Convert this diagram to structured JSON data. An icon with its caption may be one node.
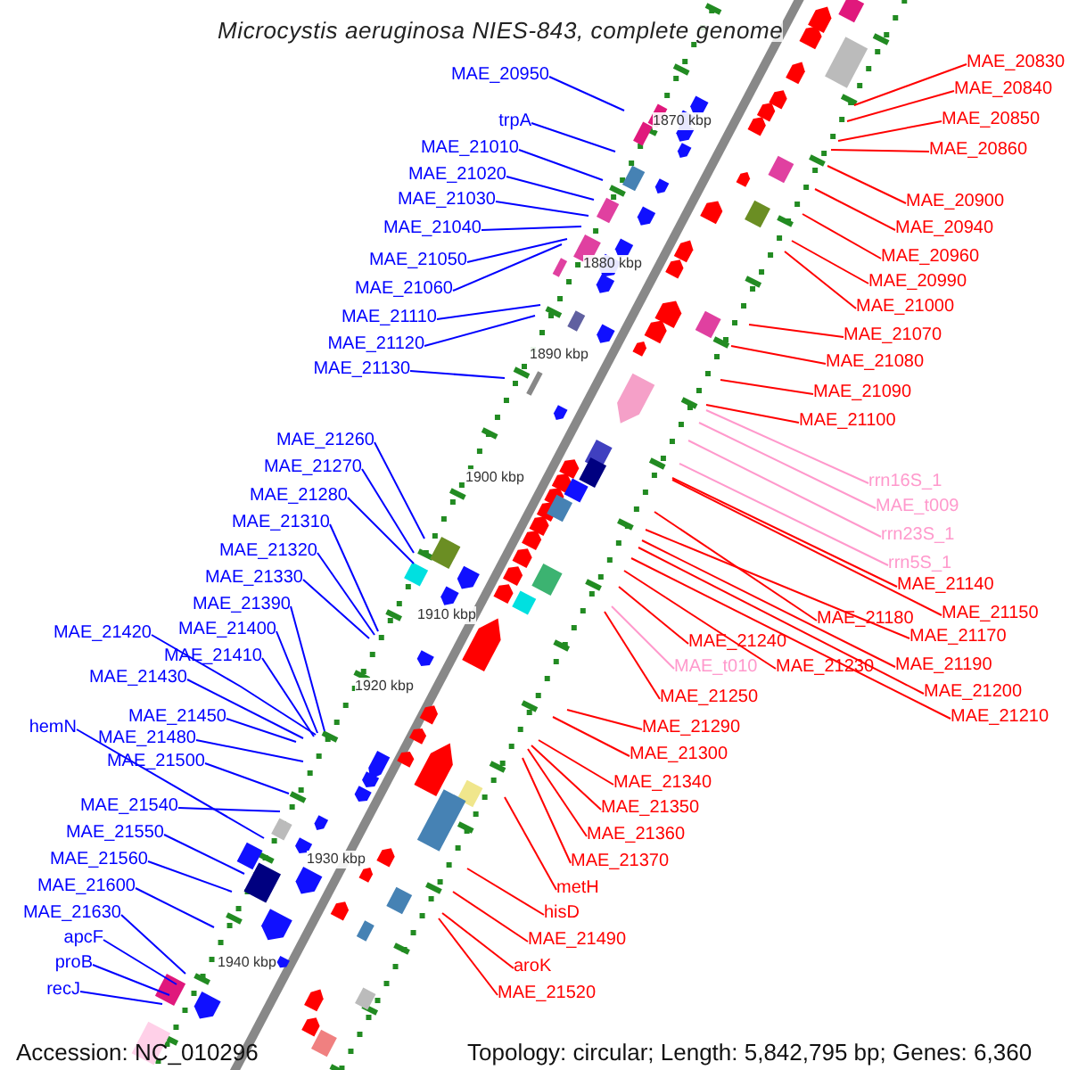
{
  "diagram": {
    "title": "Microcystis aeruginosa NIES-843, complete genome",
    "nodes": [
      {
        "text": [
          "MAE_20950"
        ]
      },
      {
        "text": [
          "trpA"
        ]
      },
      {
        "text": [
          "MAE_21010"
        ]
      },
      {
        "text": [
          "MAE_21020"
        ]
      },
      {
        "text": [
          "MAE_21030"
        ]
      },
      {
        "text": [
          "MAE_21040"
        ]
      },
      {
        "text": [
          "MAE_21050"
        ]
      },
      {
        "text": [
          "MAE_21060"
        ]
      },
      {
        "text": [
          "MAE_21110"
        ]
      },
      {
        "text": [
          "MAE_21120"
        ]
      },
      {
        "text": [
          "MAE_21130"
        ]
      },
      {
        "text": [
          "MAE_21260"
        ]
      },
      {
        "text": [
          "MAE_21270"
        ]
      },
      {
        "text": [
          "MAE_21280"
        ]
      },
      {
        "text": [
          "MAE_21310"
        ]
      },
      {
        "text": [
          "MAE_21320"
        ]
      },
      {
        "text": [
          "MAE_21330"
        ]
      },
      {
        "text": [
          "MAE_21390"
        ]
      },
      {
        "text": [
          "MAE_21400"
        ]
      },
      {
        "text": [
          "MAE_21420"
        ]
      },
      {
        "text": [
          "MAE_21410"
        ]
      },
      {
        "text": [
          "MAE_21430"
        ]
      },
      {
        "text": [
          "MAE_21450"
        ]
      },
      {
        "text": [
          "hemN"
        ]
      },
      {
        "text": [
          "MAE_21480"
        ]
      },
      {
        "text": [
          "MAE_21500"
        ]
      },
      {
        "text": [
          "MAE_21540"
        ]
      },
      {
        "text": [
          "MAE_21550"
        ]
      },
      {
        "text": [
          "MAE_21560"
        ]
      },
      {
        "text": [
          "MAE_21600"
        ]
      },
      {
        "text": [
          "MAE_21630"
        ]
      },
      {
        "text": [
          "apcF"
        ]
      },
      {
        "text": [
          "proB"
        ]
      },
      {
        "text": [
          "recJ"
        ]
      },
      {
        "text": [
          "MAE_20830"
        ]
      },
      {
        "text": [
          "MAE_20840"
        ]
      },
      {
        "text": [
          "MAE_20850"
        ]
      },
      {
        "text": [
          "MAE_20860"
        ]
      },
      {
        "text": [
          "MAE_20900"
        ]
      },
      {
        "text": [
          "MAE_20940"
        ]
      },
      {
        "text": [
          "MAE_20960"
        ]
      },
      {
        "text": [
          "MAE_20990"
        ]
      },
      {
        "text": [
          "MAE_21000"
        ]
      },
      {
        "text": [
          "MAE_21070"
        ]
      },
      {
        "text": [
          "MAE_21080"
        ]
      },
      {
        "text": [
          "MAE_21090"
        ]
      },
      {
        "text": [
          "MAE_21100"
        ]
      },
      {
        "text": [
          "rrn16S_1"
        ]
      },
      {
        "text": [
          "MAE_t009"
        ]
      },
      {
        "text": [
          "rrn23S_1"
        ]
      },
      {
        "text": [
          "rrn5S_1"
        ]
      },
      {
        "text": [
          "MAE_21140"
        ]
      },
      {
        "text": [
          "MAE_21180"
        ]
      },
      {
        "text": [
          "MAE_21150"
        ]
      },
      {
        "text": [
          "MAE_21170"
        ]
      },
      {
        "text": [
          "MAE_21240"
        ]
      },
      {
        "text": [
          "MAE_t010"
        ]
      },
      {
        "text": [
          "MAE_21230"
        ]
      },
      {
        "text": [
          "MAE_21190"
        ]
      },
      {
        "text": [
          "MAE_21250"
        ]
      },
      {
        "text": [
          "MAE_21200"
        ]
      },
      {
        "text": [
          "MAE_21210"
        ]
      },
      {
        "text": [
          "MAE_21290"
        ]
      },
      {
        "text": [
          "MAE_21300"
        ]
      },
      {
        "text": [
          "MAE_21340"
        ]
      },
      {
        "text": [
          "MAE_21350"
        ]
      },
      {
        "text": [
          "MAE_21360"
        ]
      },
      {
        "text": [
          "MAE_21370"
        ]
      },
      {
        "text": [
          "metH"
        ]
      },
      {
        "text": [
          "hisD"
        ]
      },
      {
        "text": [
          "MAE_21490"
        ]
      },
      {
        "text": [
          "aroK"
        ]
      },
      {
        "text": [
          "MAE_21520"
        ]
      }
    ],
    "edges": [
      {
        "from": 0,
        "to": null,
        "arrow": "none",
        "color": "#0000ff"
      },
      {
        "from": 1,
        "to": null,
        "arrow": "none",
        "color": "#0000ff"
      },
      {
        "from": 2,
        "to": null,
        "arrow": "none",
        "color": "#0000ff"
      },
      {
        "from": 3,
        "to": null,
        "arrow": "none",
        "color": "#0000ff"
      },
      {
        "from": 4,
        "to": null,
        "arrow": "none",
        "color": "#0000ff"
      },
      {
        "from": 5,
        "to": null,
        "arrow": "none",
        "color": "#0000ff"
      },
      {
        "from": 6,
        "to": null,
        "arrow": "none",
        "color": "#0000ff"
      },
      {
        "from": 7,
        "to": null,
        "arrow": "none",
        "color": "#0000ff"
      },
      {
        "from": 8,
        "to": null,
        "arrow": "none",
        "color": "#0000ff"
      },
      {
        "from": 9,
        "to": null,
        "arrow": "none",
        "color": "#0000ff"
      },
      {
        "from": 10,
        "to": null,
        "arrow": "none",
        "color": "#0000ff"
      },
      {
        "from": 11,
        "to": null,
        "arrow": "none",
        "color": "#0000ff"
      },
      {
        "from": 12,
        "to": null,
        "arrow": "none",
        "color": "#0000ff"
      },
      {
        "from": 13,
        "to": null,
        "arrow": "none",
        "color": "#0000ff"
      },
      {
        "from": 14,
        "to": null,
        "arrow": "none",
        "color": "#0000ff"
      },
      {
        "from": 15,
        "to": null,
        "arrow": "none",
        "color": "#0000ff"
      },
      {
        "from": 16,
        "to": null,
        "arrow": "none",
        "color": "#0000ff"
      },
      {
        "from": 17,
        "to": null,
        "arrow": "none",
        "color": "#0000ff"
      },
      {
        "from": 18,
        "to": null,
        "arrow": "none",
        "color": "#0000ff"
      },
      {
        "from": 19,
        "to": null,
        "arrow": "none",
        "color": "#0000ff"
      },
      {
        "from": 20,
        "to": null,
        "arrow": "none",
        "color": "#0000ff"
      },
      {
        "from": 21,
        "to": null,
        "arrow": "none",
        "color": "#0000ff"
      },
      {
        "from": 22,
        "to": null,
        "arrow": "none",
        "color": "#0000ff"
      },
      {
        "from": 23,
        "to": null,
        "arrow": "none",
        "color": "#0000ff"
      },
      {
        "from": 24,
        "to": null,
        "arrow": "none",
        "color": "#0000ff"
      },
      {
        "from": 25,
        "to": null,
        "arrow": "none",
        "color": "#0000ff"
      },
      {
        "from": 26,
        "to": null,
        "arrow": "none",
        "color": "#0000ff"
      },
      {
        "from": 27,
        "to": null,
        "arrow": "none",
        "color": "#0000ff"
      },
      {
        "from": 28,
        "to": null,
        "arrow": "none",
        "color": "#0000ff"
      },
      {
        "from": 29,
        "to": null,
        "arrow": "none",
        "color": "#0000ff"
      },
      {
        "from": 30,
        "to": null,
        "arrow": "none",
        "color": "#0000ff"
      },
      {
        "from": 31,
        "to": null,
        "arrow": "none",
        "color": "#0000ff"
      },
      {
        "from": 32,
        "to": null,
        "arrow": "none",
        "color": "#0000ff"
      },
      {
        "from": 33,
        "to": null,
        "arrow": "none",
        "color": "#0000ff"
      },
      {
        "from": 34,
        "to": null,
        "arrow": "none",
        "color": "#ff0000"
      },
      {
        "from": 35,
        "to": null,
        "arrow": "none",
        "color": "#ff0000"
      },
      {
        "from": 36,
        "to": null,
        "arrow": "none",
        "color": "#ff0000"
      },
      {
        "from": 37,
        "to": null,
        "arrow": "none",
        "color": "#ff0000"
      },
      {
        "from": 38,
        "to": null,
        "arrow": "none",
        "color": "#ff0000"
      },
      {
        "from": 39,
        "to": null,
        "arrow": "none",
        "color": "#ff0000"
      },
      {
        "from": 40,
        "to": null,
        "arrow": "none",
        "color": "#ff0000"
      },
      {
        "from": 41,
        "to": null,
        "arrow": "none",
        "color": "#ff0000"
      },
      {
        "from": 42,
        "to": null,
        "arrow": "none",
        "color": "#ff0000"
      },
      {
        "from": 43,
        "to": null,
        "arrow": "none",
        "color": "#ff0000"
      },
      {
        "from": 44,
        "to": null,
        "arrow": "none",
        "color": "#ff0000"
      },
      {
        "from": 45,
        "to": null,
        "arrow": "none",
        "color": "#ff0000"
      },
      {
        "from": 46,
        "to": null,
        "arrow": "none",
        "color": "#ff0000"
      },
      {
        "from": 47,
        "to": null,
        "arrow": "none",
        "color": "#ff99cc"
      },
      {
        "from": 48,
        "to": null,
        "arrow": "none",
        "color": "#ff99cc"
      },
      {
        "from": 49,
        "to": null,
        "arrow": "none",
        "color": "#ff99cc"
      },
      {
        "from": 50,
        "to": null,
        "arrow": "none",
        "color": "#ff99cc"
      },
      {
        "from": 51,
        "to": null,
        "arrow": "none",
        "color": "#ff0000"
      },
      {
        "from": 52,
        "to": null,
        "arrow": "none",
        "color": "#ff0000"
      },
      {
        "from": 53,
        "to": null,
        "arrow": "none",
        "color": "#ff0000"
      },
      {
        "from": 54,
        "to": null,
        "arrow": "none",
        "color": "#ff0000"
      },
      {
        "from": 55,
        "to": null,
        "arrow": "none",
        "color": "#ff0000"
      },
      {
        "from": 56,
        "to": null,
        "arrow": "none",
        "color": "#ff99cc"
      },
      {
        "from": 57,
        "to": null,
        "arrow": "none",
        "color": "#ff0000"
      },
      {
        "from": 58,
        "to": null,
        "arrow": "none",
        "color": "#ff0000"
      },
      {
        "from": 59,
        "to": null,
        "arrow": "none",
        "color": "#ff0000"
      },
      {
        "from": 60,
        "to": null,
        "arrow": "none",
        "color": "#ff0000"
      },
      {
        "from": 61,
        "to": null,
        "arrow": "none",
        "color": "#ff0000"
      },
      {
        "from": 62,
        "to": null,
        "arrow": "none",
        "color": "#ff0000"
      },
      {
        "from": 63,
        "to": null,
        "arrow": "none",
        "color": "#ff0000"
      },
      {
        "from": 64,
        "to": null,
        "arrow": "none",
        "color": "#ff0000"
      },
      {
        "from": 65,
        "to": null,
        "arrow": "none",
        "color": "#ff0000"
      },
      {
        "from": 66,
        "to": null,
        "arrow": "none",
        "color": "#ff0000"
      },
      {
        "from": 67,
        "to": null,
        "arrow": "none",
        "color": "#ff0000"
      },
      {
        "from": 68,
        "to": null,
        "arrow": "none",
        "color": "#ff0000"
      },
      {
        "from": 69,
        "to": null,
        "arrow": "none",
        "color": "#ff0000"
      },
      {
        "from": 70,
        "to": null,
        "arrow": "none",
        "color": "#ff0000"
      },
      {
        "from": 71,
        "to": null,
        "arrow": "none",
        "color": "#ff0000"
      },
      {
        "from": 72,
        "to": null,
        "arrow": "none",
        "color": "#ff0000"
      }
    ],
    "labels": [
      "1870 kbp",
      "1880 kbp",
      "1890 kbp",
      "1900 kbp",
      "1910 kbp",
      "1920 kbp",
      "1930 kbp",
      "1940 kbp",
      "Accession: NC_010296",
      "Topology: circular; Length: 5,842,795 bp; Genes: 6,360"
    ]
  }
}
